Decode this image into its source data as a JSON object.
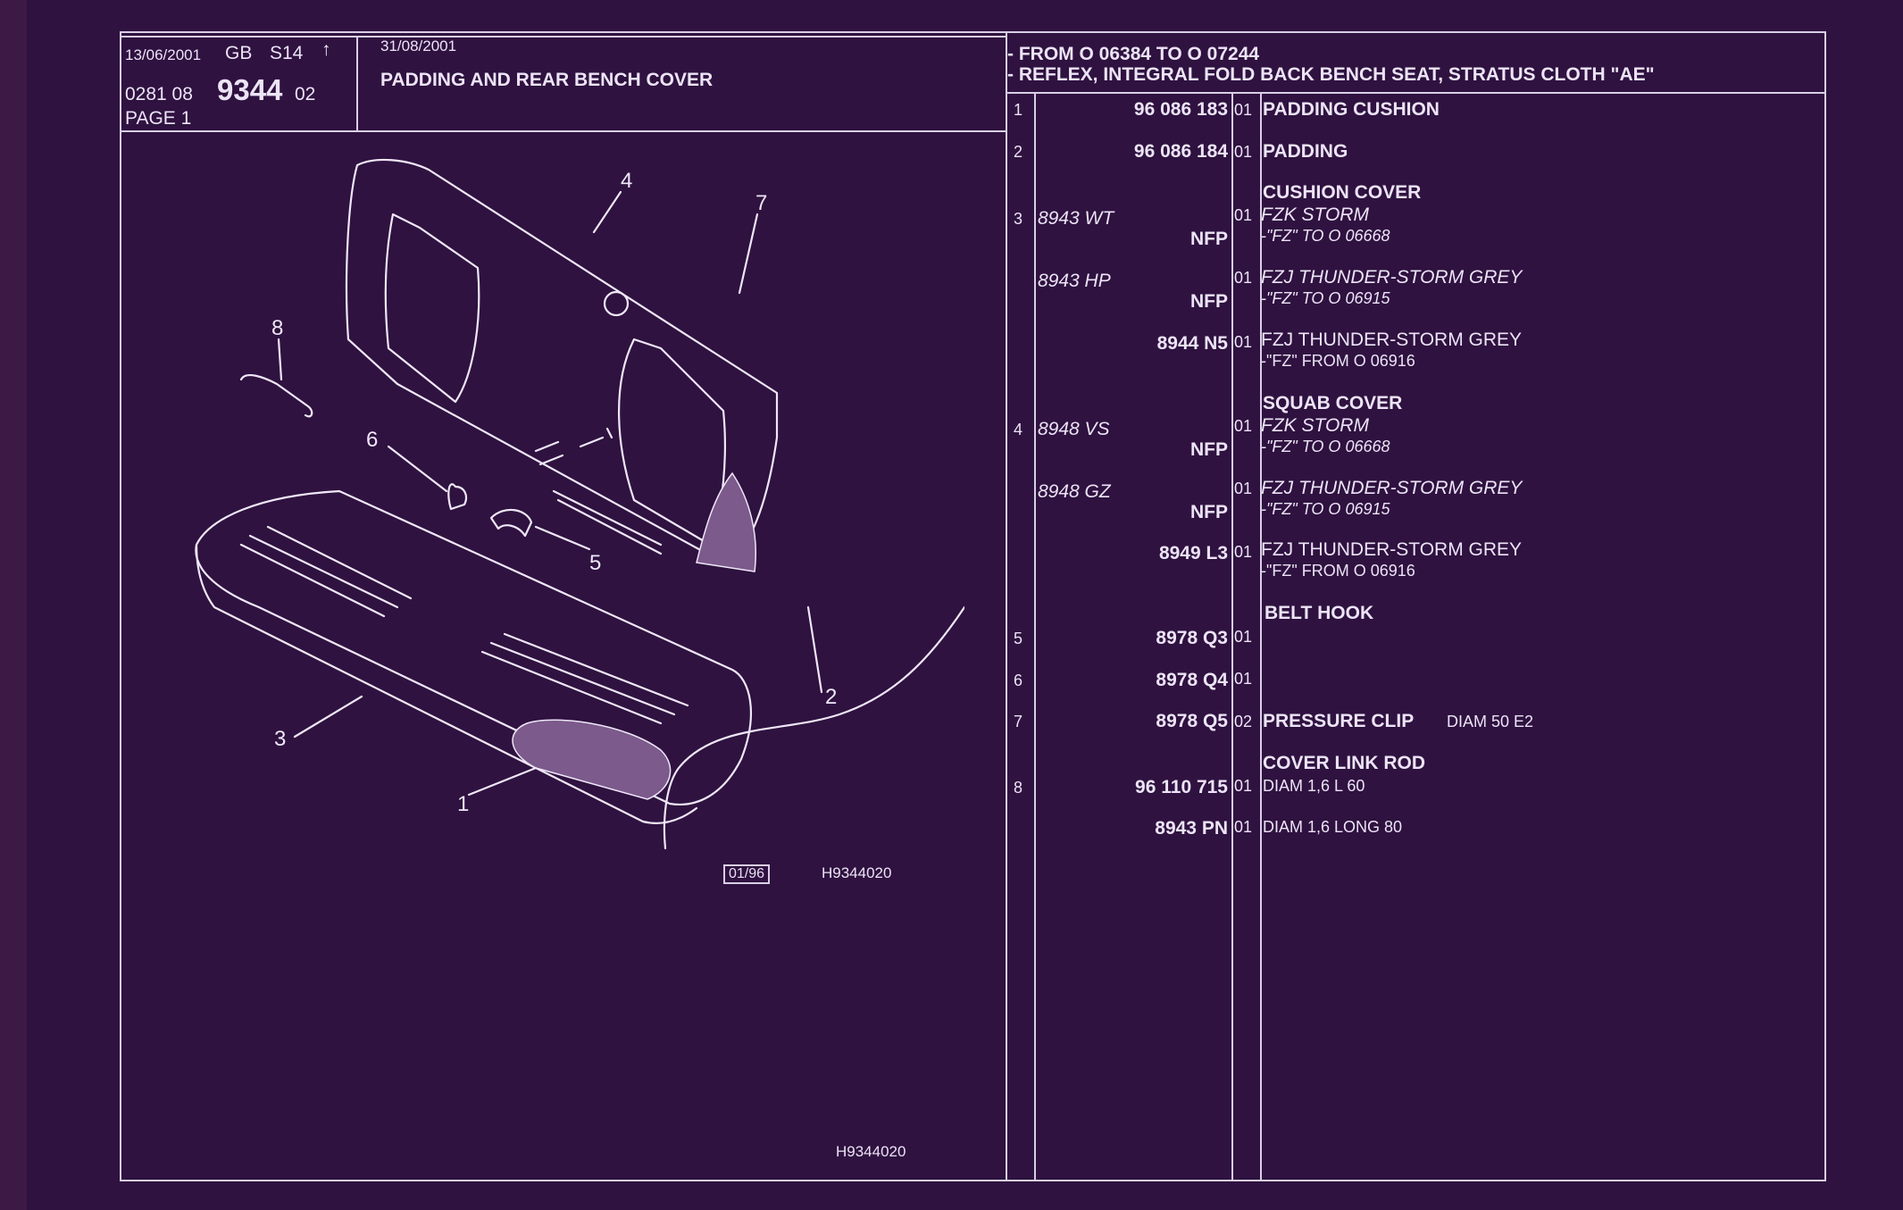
{
  "header": {
    "date1": "13/06/2001",
    "country": "GB",
    "model": "S14",
    "arrow": "↑",
    "group": "0281 08",
    "plate": "9344",
    "suffix": "02",
    "page": "PAGE 1",
    "date2": "31/08/2001",
    "title": "PADDING AND REAR BENCH COVER"
  },
  "range": {
    "line1": "- FROM O   06384 TO O   07244",
    "line2": "- REFLEX, INTEGRAL FOLD BACK BENCH SEAT, STRATUS CLOTH \"AE\""
  },
  "parts": [
    {
      "ref": "1",
      "code": "",
      "part": "96 086 183",
      "qty": "01",
      "desc": "PADDING CUSHION",
      "desc_extra": "",
      "sub": ""
    },
    {
      "ref": "2",
      "code": "",
      "part": "96 086 184",
      "qty": "01",
      "desc": "PADDING",
      "desc_extra": "",
      "sub": ""
    },
    {
      "ref": "",
      "code": "",
      "part": "",
      "qty": "",
      "desc": "CUSHION COVER",
      "desc_extra": "",
      "sub": ""
    },
    {
      "ref": "3",
      "code": "8943 WT",
      "part": "NFP",
      "qty": "01",
      "desc": "FZK STORM",
      "desc_extra": "",
      "sub": "-\"FZ\" TO O 06668"
    },
    {
      "ref": "",
      "code": "8943 HP",
      "part": "NFP",
      "qty": "01",
      "desc": "FZJ THUNDER-STORM GREY",
      "desc_extra": "",
      "sub": "-\"FZ\" TO O 06915"
    },
    {
      "ref": "",
      "code": "",
      "part": "8944 N5",
      "qty": "01",
      "desc": "FZJ THUNDER-STORM GREY",
      "desc_extra": "",
      "sub": "-\"FZ\" FROM O 06916"
    },
    {
      "ref": "",
      "code": "",
      "part": "",
      "qty": "",
      "desc": "SQUAB COVER",
      "desc_extra": "",
      "sub": ""
    },
    {
      "ref": "4",
      "code": "8948 VS",
      "part": "NFP",
      "qty": "01",
      "desc": "FZK STORM",
      "desc_extra": "",
      "sub": "-\"FZ\" TO O 06668"
    },
    {
      "ref": "",
      "code": "8948 GZ",
      "part": "NFP",
      "qty": "01",
      "desc": "FZJ THUNDER-STORM GREY",
      "desc_extra": "",
      "sub": "-\"FZ\" TO O 06915"
    },
    {
      "ref": "",
      "code": "",
      "part": "8949 L3",
      "qty": "01",
      "desc": "FZJ THUNDER-STORM GREY",
      "desc_extra": "",
      "sub": "-\"FZ\" FROM O 06916"
    },
    {
      "ref": "",
      "code": "",
      "part": "",
      "qty": "",
      "desc": "BELT HOOK",
      "desc_extra": "",
      "sub": ""
    },
    {
      "ref": "5",
      "code": "",
      "part": "8978 Q3",
      "qty": "01",
      "desc": "",
      "desc_extra": "",
      "sub": ""
    },
    {
      "ref": "6",
      "code": "",
      "part": "8978 Q4",
      "qty": "01",
      "desc": "",
      "desc_extra": "",
      "sub": ""
    },
    {
      "ref": "7",
      "code": "",
      "part": "8978 Q5",
      "qty": "02",
      "desc": "PRESSURE CLIP",
      "desc_extra": "DIAM 50 E2",
      "sub": ""
    },
    {
      "ref": "",
      "code": "",
      "part": "",
      "qty": "",
      "desc": "COVER LINK ROD",
      "desc_extra": "",
      "sub": ""
    },
    {
      "ref": "8",
      "code": "",
      "part": "96 110 715",
      "qty": "01",
      "desc": "",
      "desc_extra": "",
      "sub": "DIAM 1,6 L 60"
    },
    {
      "ref": "",
      "code": "",
      "part": "8943 PN",
      "qty": "01",
      "desc": "",
      "desc_extra": "",
      "sub": "DIAM 1,6 LONG 80"
    }
  ],
  "diagram": {
    "callouts": [
      "1",
      "2",
      "3",
      "4",
      "5",
      "6",
      "7",
      "8"
    ],
    "stamp": "01/96",
    "ref": "H9344020",
    "footer_ref": "H9344020"
  }
}
